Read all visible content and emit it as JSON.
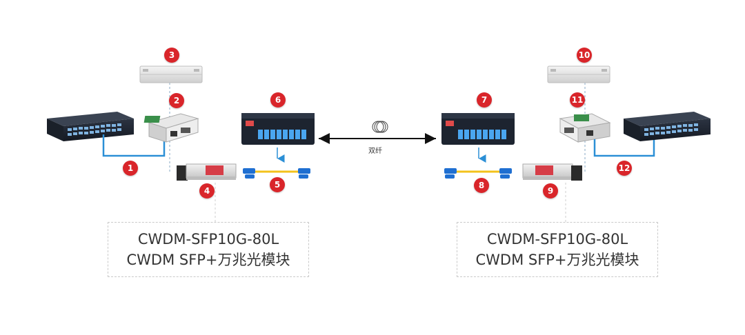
{
  "colors": {
    "badge": "#d9252a",
    "cable_blue": "#2b8fd6",
    "fiber_yellow": "#f3c21b",
    "connector_blue": "#1f6fd1",
    "device_dark": "#1d2430",
    "server_silver": "#e6e6e6",
    "dashed_line": "#9bb7cf"
  },
  "badges": [
    "1",
    "2",
    "3",
    "4",
    "5",
    "6",
    "7",
    "8",
    "9",
    "10",
    "11",
    "12"
  ],
  "link": {
    "label": "双纤"
  },
  "left_module": {
    "line1": "CWDM-SFP10G-80L",
    "line2": "CWDM SFP+万兆光模块"
  },
  "right_module": {
    "line1": "CWDM-SFP10G-80L",
    "line2": "CWDM SFP+万兆光模块"
  },
  "icons": [
    "switch-icon",
    "server-icon",
    "media-converter-icon",
    "sfp-module-icon",
    "lc-patch-cord-icon",
    "cwdm-mux-icon",
    "fiber-coil-icon"
  ]
}
